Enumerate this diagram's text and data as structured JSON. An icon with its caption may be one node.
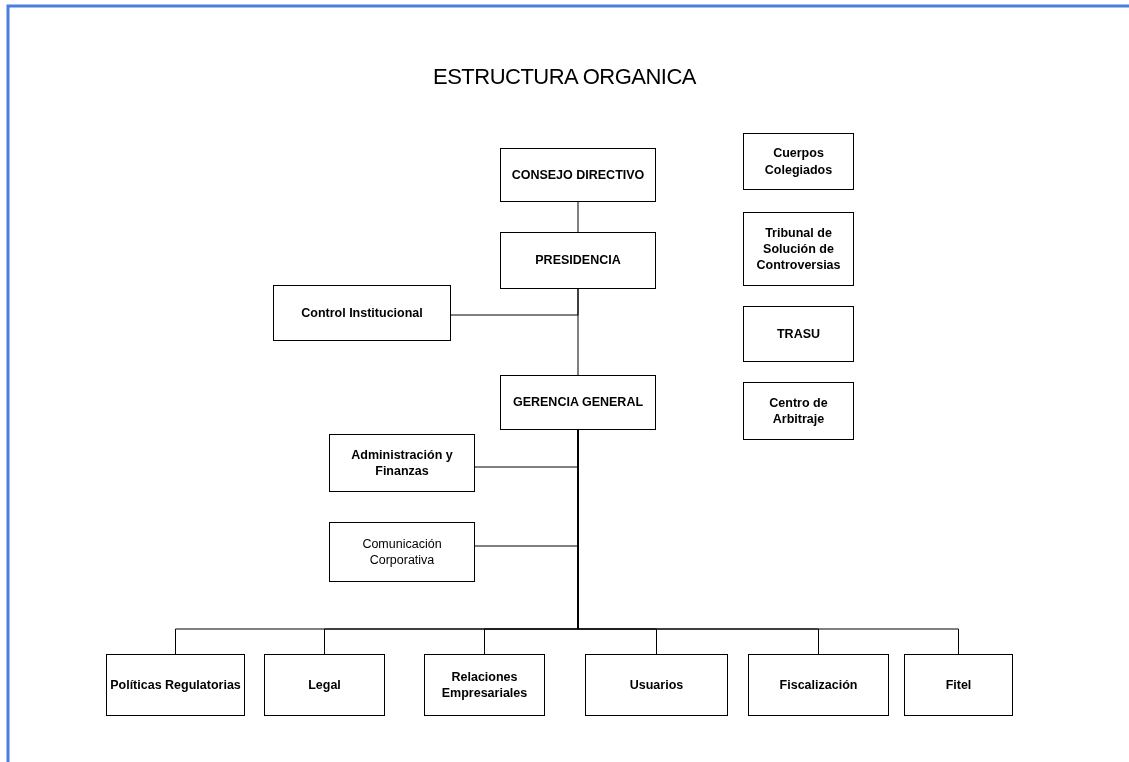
{
  "diagram": {
    "title": "ESTRUCTURA ORGANICA",
    "nodes": [
      {
        "text": [
          "CONSEJO DIRECTIVO"
        ]
      },
      {
        "text": [
          "Cuerpos Colegiados"
        ]
      },
      {
        "text": [
          "Tribunal de Solución de Controversias"
        ]
      },
      {
        "text": [
          "PRESIDENCIA"
        ]
      },
      {
        "text": [
          "Control Institucional"
        ]
      },
      {
        "text": [
          "TRASU"
        ]
      },
      {
        "text": [
          "GERENCIA GENERAL"
        ]
      },
      {
        "text": [
          "Centro de Arbitraje"
        ]
      },
      {
        "text": [
          "Administración y Finanzas"
        ]
      },
      {
        "text": [
          "Comunicación Corporativa"
        ]
      },
      {
        "text": [
          "Políticas Regulatorias"
        ]
      },
      {
        "text": [
          "Legal"
        ]
      },
      {
        "text": [
          "Relaciones Empresariales"
        ]
      },
      {
        "text": [
          "Usuarios"
        ]
      },
      {
        "text": [
          "Fiscalización"
        ]
      },
      {
        "text": [
          "Fitel"
        ]
      }
    ],
    "edges": [
      {
        "from": 0,
        "to": 3,
        "arrow": "none"
      },
      {
        "from": 3,
        "to": 6,
        "arrow": "none"
      },
      {
        "from": 3,
        "to": 4,
        "arrow": "none"
      },
      {
        "from": 6,
        "to": 8,
        "arrow": "none"
      },
      {
        "from": 6,
        "to": 9,
        "arrow": "none"
      },
      {
        "from": 6,
        "to": 10,
        "arrow": "none"
      },
      {
        "from": 6,
        "to": 11,
        "arrow": "none"
      },
      {
        "from": 6,
        "to": 12,
        "arrow": "none"
      },
      {
        "from": 6,
        "to": 13,
        "arrow": "none"
      },
      {
        "from": 6,
        "to": 14,
        "arrow": "none"
      },
      {
        "from": 6,
        "to": 15,
        "arrow": "none"
      }
    ]
  }
}
